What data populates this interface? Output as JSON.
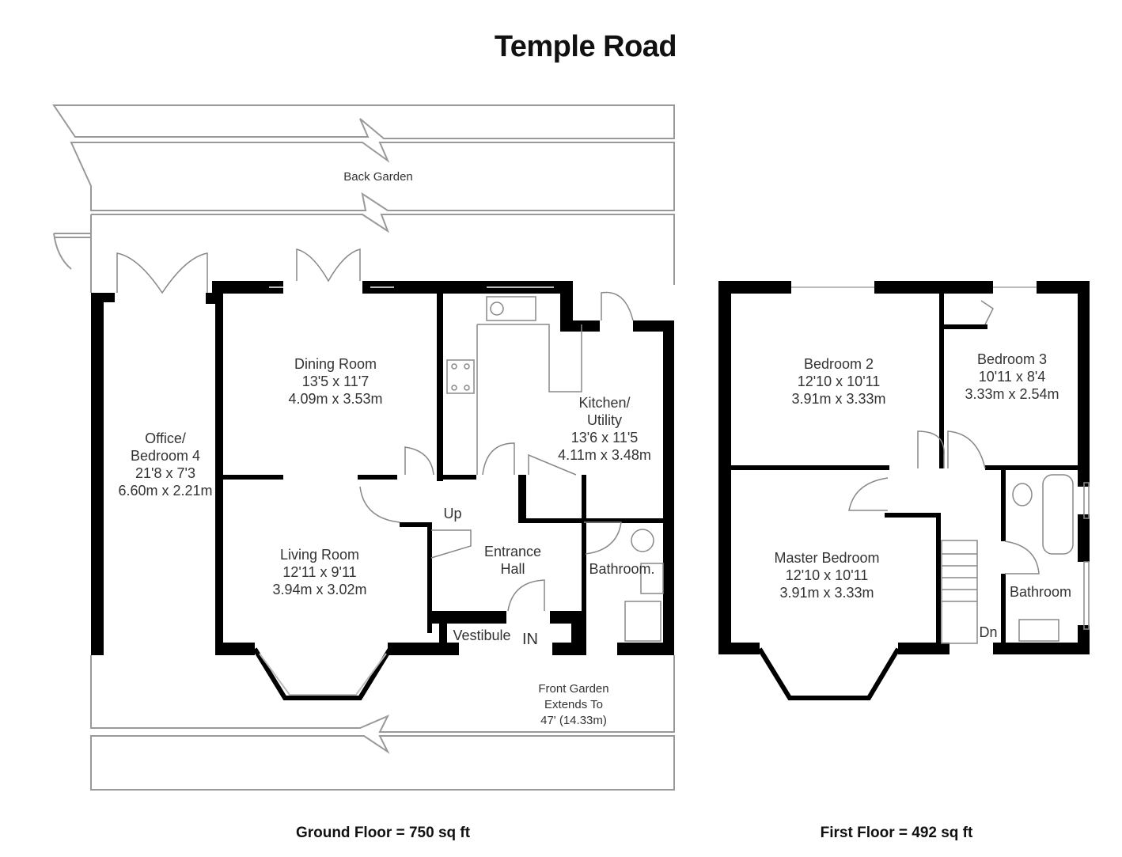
{
  "title": "Temple Road",
  "ground_floor": {
    "area_label": "Ground Floor = 750 sq ft",
    "back_garden": "Back Garden",
    "front_garden": {
      "line1": "Front Garden",
      "line2": "Extends To",
      "line3": "47' (14.33m)"
    },
    "rooms": [
      {
        "name": "Office/",
        "name2": "Bedroom 4",
        "imperial": "21'8 x 7'3",
        "metric": "6.60m x 2.21m"
      },
      {
        "name": "Dining Room",
        "imperial": "13'5 x 11'7",
        "metric": "4.09m x 3.53m"
      },
      {
        "name": "Kitchen/",
        "name2": "Utility",
        "imperial": "13'6 x 11'5",
        "metric": "4.11m x 3.48m"
      },
      {
        "name": "Living Room",
        "imperial": "12'11 x 9'11",
        "metric": "3.94m x 3.02m"
      },
      {
        "name": "Entrance",
        "name2": "Hall"
      },
      {
        "name": "Bathroom."
      },
      {
        "name": "Vestibule"
      }
    ],
    "stairs_label": "Up",
    "entry_label": "IN"
  },
  "first_floor": {
    "area_label": "First Floor = 492 sq ft",
    "rooms": [
      {
        "name": "Bedroom 2",
        "imperial": "12'10 x 10'11",
        "metric": "3.91m x 3.33m"
      },
      {
        "name": "Bedroom 3",
        "imperial": "10'11 x 8'4",
        "metric": "3.33m x 2.54m"
      },
      {
        "name": "Master Bedroom",
        "imperial": "12'10 x 10'11",
        "metric": "3.91m x 3.33m"
      },
      {
        "name": "Bathroom"
      }
    ],
    "stairs_label": "Dn"
  }
}
